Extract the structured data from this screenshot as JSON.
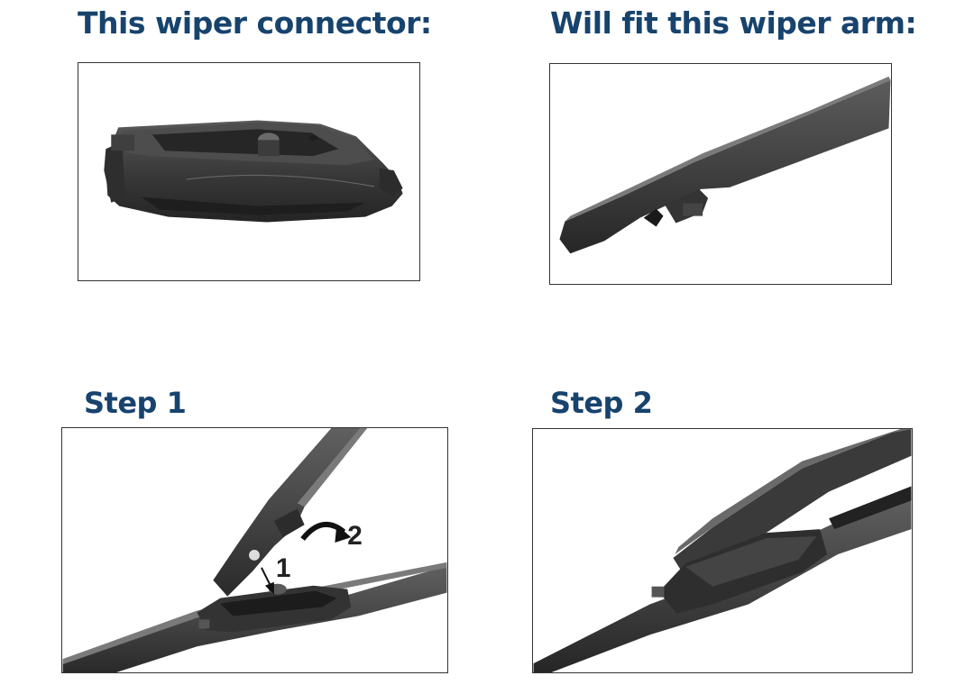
{
  "headings": {
    "connector": "This wiper connector:",
    "arm": "Will fit this wiper arm:",
    "step1": "Step 1",
    "step2": "Step 2"
  },
  "step1_labels": {
    "one": "1",
    "two": "2"
  },
  "colors": {
    "heading": "#17436d",
    "part_dark": "#2f2f2f",
    "part_mid": "#4a4a4a",
    "part_light": "#6a6a6a",
    "border": "#333333"
  },
  "icons": {
    "connector": "wiper-connector-illustration",
    "arm": "wiper-arm-illustration",
    "step1": "attach-step-illustration",
    "step2": "attached-step-illustration"
  }
}
